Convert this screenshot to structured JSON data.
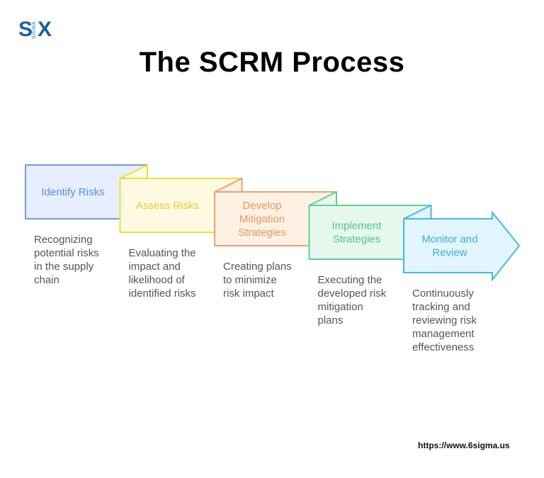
{
  "logo": {
    "left": "S",
    "middle": "SIGMA",
    "right": "X"
  },
  "title": "The SCRM Process",
  "steps": [
    {
      "label_lines": [
        "Identify Risks"
      ],
      "description_lines": [
        "Recognizing",
        "potential risks",
        "in the supply",
        "chain"
      ],
      "stroke": "#6e9be8",
      "fill": "#e6eeff",
      "text_color": "#5b8ddb"
    },
    {
      "label_lines": [
        "Assess Risks"
      ],
      "description_lines": [
        "Evaluating the",
        "impact and",
        "likelihood of",
        "identified risks"
      ],
      "stroke": "#f0dc3c",
      "fill": "#fffbe3",
      "text_color": "#e2cc2a"
    },
    {
      "label_lines": [
        "Develop",
        "Mitigation",
        "Strategies"
      ],
      "description_lines": [
        "Creating plans",
        "to minimize",
        "risk impact"
      ],
      "stroke": "#e9a36a",
      "fill": "#fff0e4",
      "text_color": "#df9a5c"
    },
    {
      "label_lines": [
        "Implement",
        "Strategies"
      ],
      "description_lines": [
        "Executing the",
        "developed risk",
        "mitigation",
        "plans"
      ],
      "stroke": "#5fcf92",
      "fill": "#e6f8ee",
      "text_color": "#52c387"
    },
    {
      "label_lines": [
        "Monitor and",
        "Review"
      ],
      "description_lines": [
        "Continuously",
        "tracking and",
        "reviewing risk",
        "management",
        "effectiveness"
      ],
      "stroke": "#45b8e6",
      "fill": "#e2f5fd",
      "text_color": "#39aee0"
    }
  ],
  "footer_url": "https://www.6sigma.us"
}
